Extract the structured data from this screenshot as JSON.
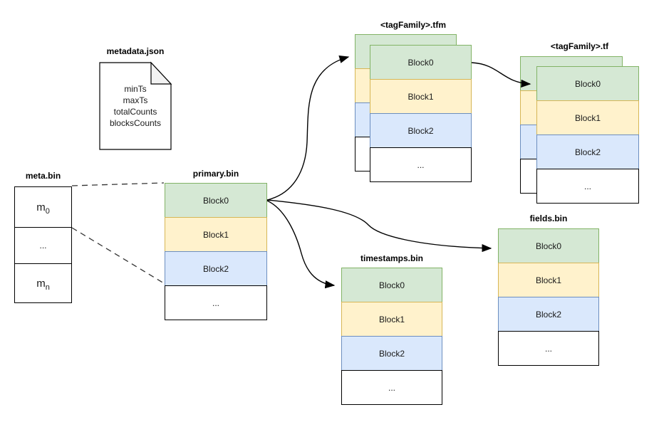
{
  "diagram": {
    "metadata_json": {
      "title": "metadata.json",
      "fields": [
        "minTs",
        "maxTs",
        "totalCounts",
        "blocksCounts"
      ]
    },
    "meta_bin": {
      "title": "meta.bin",
      "cells": [
        {
          "main": "m",
          "sub": "0"
        },
        {
          "main": "...",
          "sub": ""
        },
        {
          "main": "m",
          "sub": "n"
        }
      ]
    },
    "primary_bin": {
      "title": "primary.bin",
      "blocks": [
        "Block0",
        "Block1",
        "Block2",
        "..."
      ]
    },
    "tag_family_tfm": {
      "title": "<tagFamily>.tfm",
      "blocks": [
        "Block0",
        "Block1",
        "Block2",
        "..."
      ]
    },
    "tag_family_tf": {
      "title": "<tagFamily>.tf",
      "blocks": [
        "Block0",
        "Block1",
        "Block2",
        "..."
      ]
    },
    "timestamps_bin": {
      "title": "timestamps.bin",
      "blocks": [
        "Block0",
        "Block1",
        "Block2",
        "..."
      ]
    },
    "fields_bin": {
      "title": "fields.bin",
      "blocks": [
        "Block0",
        "Block1",
        "Block2",
        "..."
      ]
    }
  },
  "colors": {
    "block0_fill": "#d5e8d4",
    "block0_border": "#82b366",
    "block1_fill": "#fff2cc",
    "block1_border": "#d6b656",
    "block2_fill": "#dae8fc",
    "block2_border": "#6c8ebf",
    "ellipsis_fill": "#ffffff",
    "ellipsis_border": "#000000",
    "connector": "#000000",
    "note_fold_fill": "#f2f2f2"
  }
}
